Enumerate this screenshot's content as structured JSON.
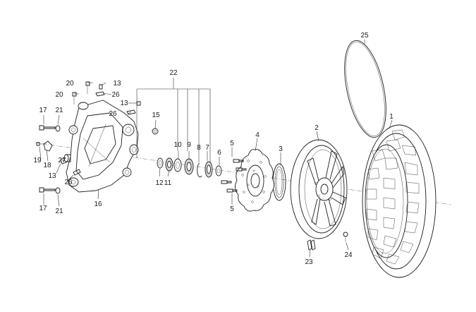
{
  "callouts": {
    "c1": "1",
    "c2": "2",
    "c3": "3",
    "c4": "4",
    "c5a": "5",
    "c5b": "5",
    "c6": "6",
    "c7": "7",
    "c8": "8",
    "c9": "9",
    "c10": "10",
    "c11": "11",
    "c12": "12",
    "c13a": "13",
    "c13b": "13",
    "c13c": "13",
    "c15": "15",
    "c16": "16",
    "c17a": "17",
    "c17b": "17",
    "c18": "18",
    "c19": "19",
    "c20a": "20",
    "c20b": "20",
    "c21a": "21",
    "c21b": "21",
    "c22": "22",
    "c23": "23",
    "c24": "24",
    "c25": "25",
    "c26a": "26",
    "c26b": "26",
    "c26c": "26",
    "c27": "27"
  }
}
